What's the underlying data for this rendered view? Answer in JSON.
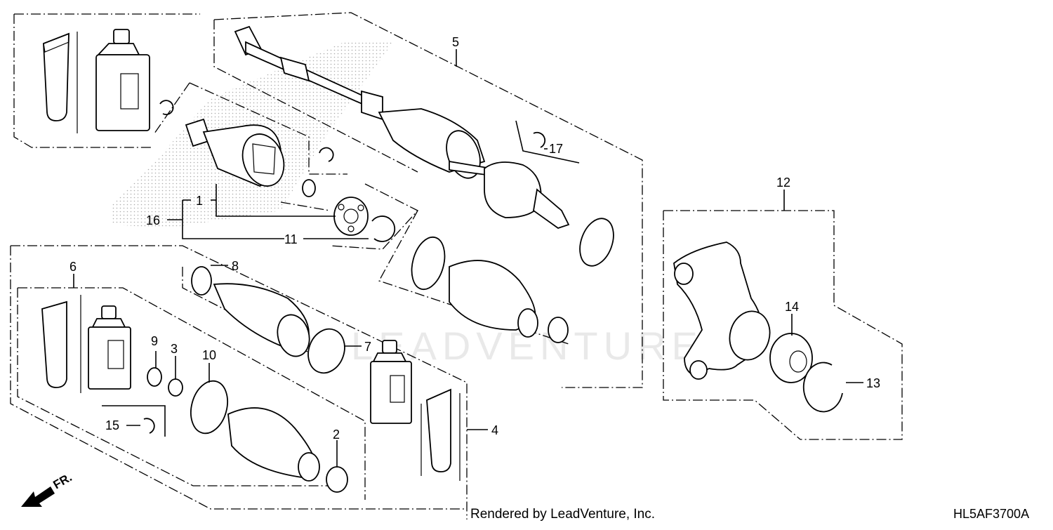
{
  "diagram": {
    "callouts": [
      "1",
      "2",
      "3",
      "4",
      "5",
      "6",
      "7",
      "8",
      "9",
      "10",
      "11",
      "12",
      "13",
      "14",
      "15",
      "16",
      "17"
    ],
    "direction_label": "FR.",
    "watermark": "LEADVENTURE",
    "footer": {
      "credit": "Rendered by LeadVenture, Inc.",
      "code": "HL5AF3700A"
    }
  }
}
